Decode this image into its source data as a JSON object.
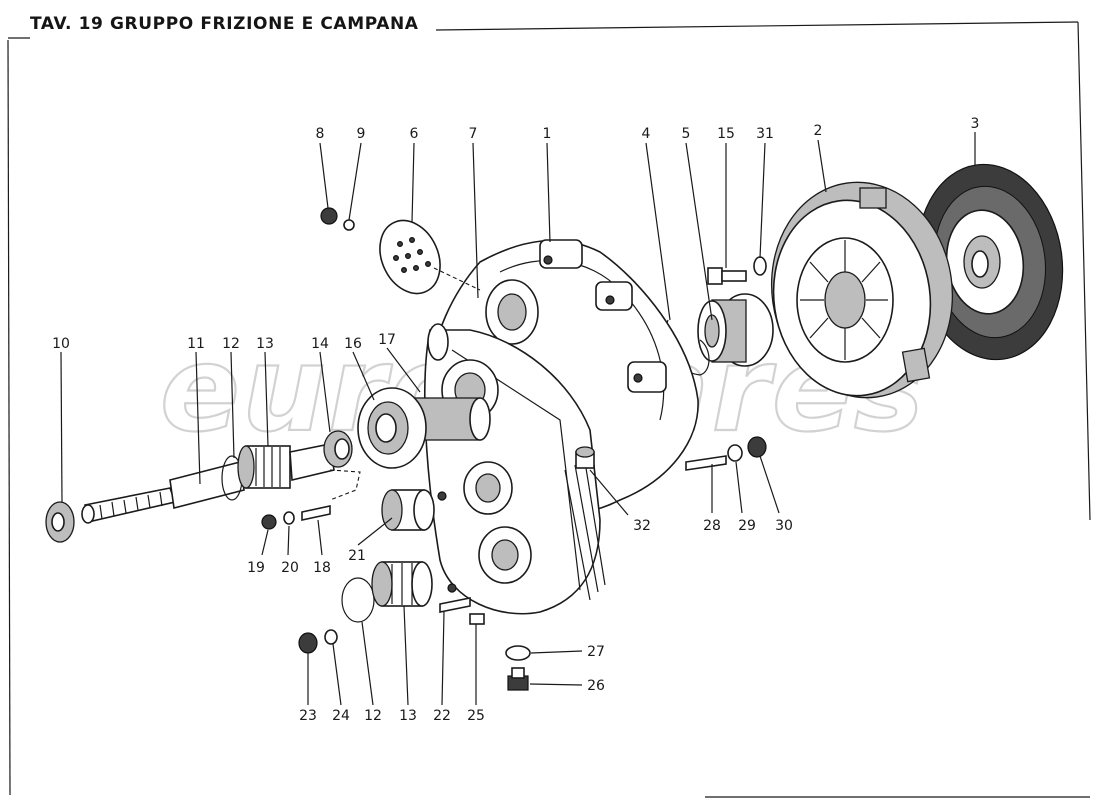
{
  "header": {
    "title": "TAV. 19 GRUPPO FRIZIONE E CAMPANA"
  },
  "watermark": {
    "text": "eurospares",
    "color": "#d2d2d2"
  },
  "callouts": [
    {
      "id": "c8",
      "text": "8"
    },
    {
      "id": "c9",
      "text": "9"
    },
    {
      "id": "c6",
      "text": "6"
    },
    {
      "id": "c7",
      "text": "7"
    },
    {
      "id": "c1",
      "text": "1"
    },
    {
      "id": "c4",
      "text": "4"
    },
    {
      "id": "c5",
      "text": "5"
    },
    {
      "id": "c15",
      "text": "15"
    },
    {
      "id": "c31",
      "text": "31"
    },
    {
      "id": "c2",
      "text": "2"
    },
    {
      "id": "c3",
      "text": "3"
    },
    {
      "id": "c10",
      "text": "10"
    },
    {
      "id": "c11",
      "text": "11"
    },
    {
      "id": "c12a",
      "text": "12"
    },
    {
      "id": "c13a",
      "text": "13"
    },
    {
      "id": "c14",
      "text": "14"
    },
    {
      "id": "c16",
      "text": "16"
    },
    {
      "id": "c17",
      "text": "17"
    },
    {
      "id": "c19",
      "text": "19"
    },
    {
      "id": "c20",
      "text": "20"
    },
    {
      "id": "c18",
      "text": "18"
    },
    {
      "id": "c21",
      "text": "21"
    },
    {
      "id": "c32",
      "text": "32"
    },
    {
      "id": "c28",
      "text": "28"
    },
    {
      "id": "c29",
      "text": "29"
    },
    {
      "id": "c30",
      "text": "30"
    },
    {
      "id": "c27",
      "text": "27"
    },
    {
      "id": "c26",
      "text": "26"
    },
    {
      "id": "c23",
      "text": "23"
    },
    {
      "id": "c24",
      "text": "24"
    },
    {
      "id": "c12b",
      "text": "12"
    },
    {
      "id": "c13b",
      "text": "13"
    },
    {
      "id": "c22",
      "text": "22"
    },
    {
      "id": "c25",
      "text": "25"
    }
  ]
}
